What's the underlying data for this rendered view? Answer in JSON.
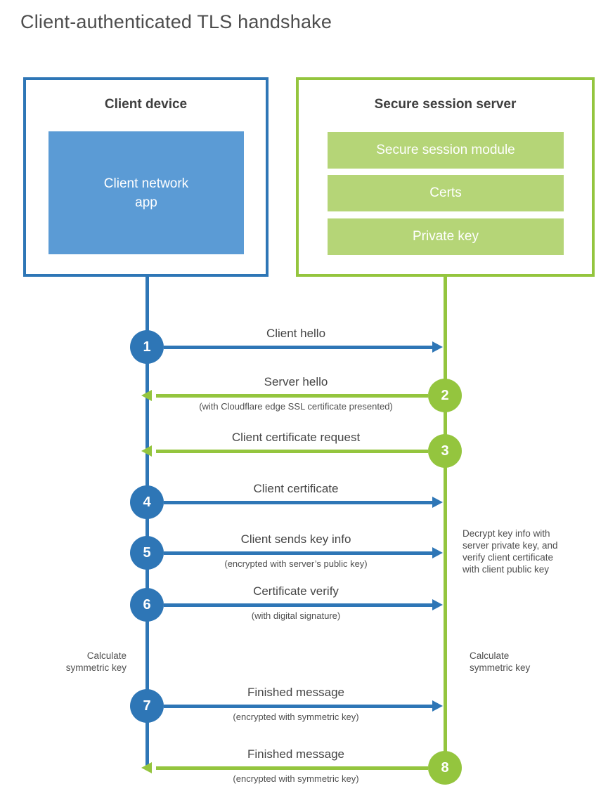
{
  "title": "Client-authenticated TLS handshake",
  "colors": {
    "blue": "#2E76B6",
    "light_blue": "#5B9BD5",
    "green": "#94C53E",
    "light_green": "#B5D577"
  },
  "client_box": {
    "heading": "Client device",
    "app_label": "Client network\napp"
  },
  "server_box": {
    "heading": "Secure session server",
    "modules": [
      "Secure session module",
      "Certs",
      "Private key"
    ]
  },
  "steps": [
    {
      "num": "1",
      "actor": "client",
      "direction": "right",
      "label": "Client hello",
      "sub": ""
    },
    {
      "num": "2",
      "actor": "server",
      "direction": "left",
      "label": "Server hello",
      "sub": "(with Cloudflare edge SSL certificate presented)"
    },
    {
      "num": "3",
      "actor": "server",
      "direction": "left",
      "label": "Client certificate request",
      "sub": ""
    },
    {
      "num": "4",
      "actor": "client",
      "direction": "right",
      "label": "Client certificate",
      "sub": ""
    },
    {
      "num": "5",
      "actor": "client",
      "direction": "right",
      "label": "Client sends key info",
      "sub": "(encrypted with server’s public key)"
    },
    {
      "num": "6",
      "actor": "client",
      "direction": "right",
      "label": "Certificate verify",
      "sub": "(with digital signature)"
    },
    {
      "num": "7",
      "actor": "client",
      "direction": "right",
      "label": "Finished message",
      "sub": "(encrypted with symmetric key)"
    },
    {
      "num": "8",
      "actor": "server",
      "direction": "left",
      "label": "Finished message",
      "sub": "(encrypted with symmetric key)"
    }
  ],
  "side_notes": {
    "decrypt_note": "Decrypt key info with\nserver private key, and\nverify client certificate\nwith client public key",
    "calculate_left": "Calculate\nsymmetric key",
    "calculate_right": "Calculate\nsymmetric key"
  }
}
